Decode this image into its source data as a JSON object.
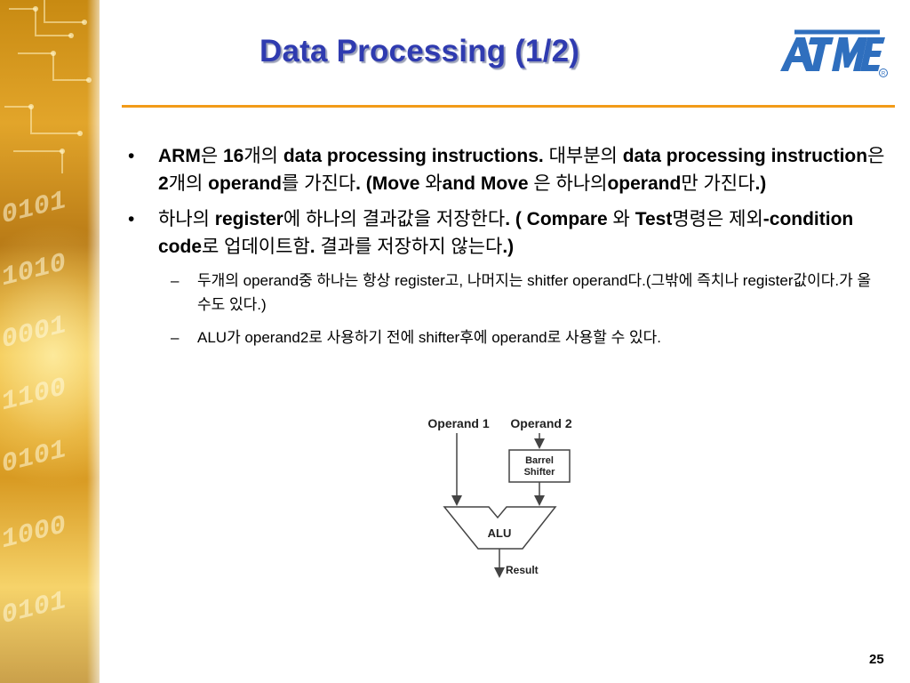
{
  "title": "Data Processing (1/2)",
  "logo": {
    "text": "ATMEL",
    "trademark": "R",
    "color": "#2f6fbe"
  },
  "colors": {
    "title": "#2f3bb0",
    "divider": "#f29b18"
  },
  "bullets": [
    {
      "mark": "•",
      "segments": [
        {
          "text": "ARM",
          "bold": true
        },
        {
          "text": "은 ",
          "bold": false
        },
        {
          "text": "16",
          "bold": true
        },
        {
          "text": "개의 ",
          "bold": false
        },
        {
          "text": "data processing instructions. ",
          "bold": true
        },
        {
          "text": "대부분의 ",
          "bold": false
        },
        {
          "text": "data processing instruction",
          "bold": true
        },
        {
          "text": "은 ",
          "bold": false
        },
        {
          "text": "2",
          "bold": true
        },
        {
          "text": "개의 ",
          "bold": false
        },
        {
          "text": "operand",
          "bold": true
        },
        {
          "text": "를 가진다",
          "bold": false
        },
        {
          "text": ". (Move ",
          "bold": true
        },
        {
          "text": "와",
          "bold": false
        },
        {
          "text": "and Move ",
          "bold": true
        },
        {
          "text": "은 하나의",
          "bold": false
        },
        {
          "text": "operand",
          "bold": true
        },
        {
          "text": "만 가진다",
          "bold": false
        },
        {
          "text": ".)",
          "bold": true
        }
      ]
    },
    {
      "mark": "•",
      "segments": [
        {
          "text": "하나의 ",
          "bold": false
        },
        {
          "text": "register",
          "bold": true
        },
        {
          "text": "에 하나의 결과값을 저장한다",
          "bold": false
        },
        {
          "text": ". ( Compare ",
          "bold": true
        },
        {
          "text": "와 ",
          "bold": false
        },
        {
          "text": "Test",
          "bold": true
        },
        {
          "text": "명령은 제외",
          "bold": false
        },
        {
          "text": "-condition code",
          "bold": true
        },
        {
          "text": "로 업데이트함",
          "bold": false
        },
        {
          "text": ". ",
          "bold": true
        },
        {
          "text": "결과를 저장하지 않는다",
          "bold": false
        },
        {
          "text": ".)",
          "bold": true
        }
      ]
    }
  ],
  "sub_bullets": [
    {
      "mark": "–",
      "text": "두개의 operand중 하나는 항상 register고, 나머지는 shitfer operand다.(그밖에 즉치나 register값이다.가 올 수도 있다.)"
    },
    {
      "mark": "–",
      "text": "ALU가 operand2로 사용하기 전에 shifter후에 operand로 사용할 수 있다."
    }
  ],
  "diagram": {
    "operand1_label": "Operand 1",
    "operand2_label": "Operand 2",
    "shifter_line1": "Barrel",
    "shifter_line2": "Shifter",
    "alu_label": "ALU",
    "result_label": "Result"
  },
  "page_number": "25",
  "decoration": {
    "digit_rows": [
      "0101",
      "1010",
      "0001",
      "1100",
      "0101",
      "1000",
      "0101"
    ]
  }
}
